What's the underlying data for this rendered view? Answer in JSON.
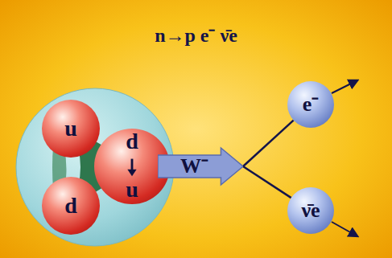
{
  "diagram": {
    "title": "n→p e⁻ ν̄e",
    "nodes": [
      {
        "text": [
          "u"
        ]
      },
      {
        "text": [
          "d",
          "u"
        ]
      },
      {
        "text": [
          "d"
        ]
      },
      {
        "text": [
          "W⁻"
        ]
      },
      {
        "text": [
          "e⁻"
        ]
      },
      {
        "text": [
          "ν̄e"
        ]
      }
    ],
    "edges": [
      {
        "from": 3,
        "to": 4,
        "arrow": "none"
      },
      {
        "from": 3,
        "to": 5,
        "arrow": "none"
      }
    ]
  }
}
